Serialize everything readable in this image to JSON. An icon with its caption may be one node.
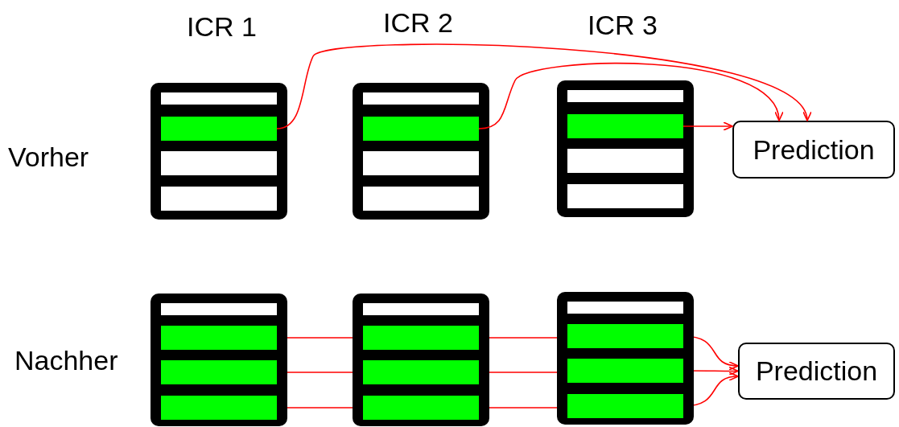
{
  "diagram": {
    "nodes": [
      {
        "text": [],
        "shape": "box"
      },
      {
        "text": [],
        "shape": "bar",
        "in": 0
      },
      {
        "text": [],
        "shape": "bar",
        "in": 0
      },
      {
        "text": [],
        "shape": "bar",
        "in": 0
      },
      {
        "text": [],
        "shape": "bar",
        "in": 0
      },
      {
        "text": [],
        "shape": "box"
      },
      {
        "text": [],
        "shape": "bar",
        "in": 5
      },
      {
        "text": [],
        "shape": "bar",
        "in": 5
      },
      {
        "text": [],
        "shape": "bar",
        "in": 5
      },
      {
        "text": [],
        "shape": "bar",
        "in": 5
      },
      {
        "text": [],
        "shape": "box"
      },
      {
        "text": [],
        "shape": "bar",
        "in": 10
      },
      {
        "text": [],
        "shape": "bar",
        "in": 10
      },
      {
        "text": [],
        "shape": "bar",
        "in": 10
      },
      {
        "text": [],
        "shape": "bar",
        "in": 10
      },
      {
        "text": [
          "Prediction"
        ]
      },
      {
        "text": [],
        "shape": "box"
      },
      {
        "text": [],
        "shape": "bar",
        "in": 16
      },
      {
        "text": [],
        "shape": "bar",
        "in": 16
      },
      {
        "text": [],
        "shape": "bar",
        "in": 16
      },
      {
        "text": [],
        "shape": "bar",
        "in": 16
      },
      {
        "text": [],
        "shape": "box"
      },
      {
        "text": [],
        "shape": "bar",
        "in": 21
      },
      {
        "text": [],
        "shape": "bar",
        "in": 21
      },
      {
        "text": [],
        "shape": "bar",
        "in": 21
      },
      {
        "text": [],
        "shape": "bar",
        "in": 21
      },
      {
        "text": [],
        "shape": "box"
      },
      {
        "text": [],
        "shape": "bar",
        "in": 26
      },
      {
        "text": [],
        "shape": "bar",
        "in": 26
      },
      {
        "text": [],
        "shape": "bar",
        "in": 26
      },
      {
        "text": [],
        "shape": "bar",
        "in": 26
      },
      {
        "text": [
          "Prediction"
        ]
      }
    ],
    "edges": [
      {
        "from": 2,
        "to": 15,
        "arrow": "to"
      },
      {
        "from": 7,
        "to": 15,
        "arrow": "to"
      },
      {
        "from": 12,
        "to": 15,
        "arrow": "to"
      },
      {
        "from": 18,
        "to": 23,
        "arrow": "to"
      },
      {
        "from": 19,
        "to": 24,
        "arrow": "to"
      },
      {
        "from": 20,
        "to": 25,
        "arrow": "to"
      },
      {
        "from": 23,
        "to": 28,
        "arrow": "to"
      },
      {
        "from": 24,
        "to": 29,
        "arrow": "to"
      },
      {
        "from": 25,
        "to": 30,
        "arrow": "to"
      },
      {
        "from": 28,
        "to": 31,
        "arrow": "to"
      },
      {
        "from": 29,
        "to": 31,
        "arrow": "to"
      },
      {
        "from": 30,
        "to": 31,
        "arrow": "to"
      }
    ],
    "labels": [
      "ICR 1",
      "ICR 2",
      "ICR 3",
      "Vorher",
      "Nachher"
    ]
  }
}
